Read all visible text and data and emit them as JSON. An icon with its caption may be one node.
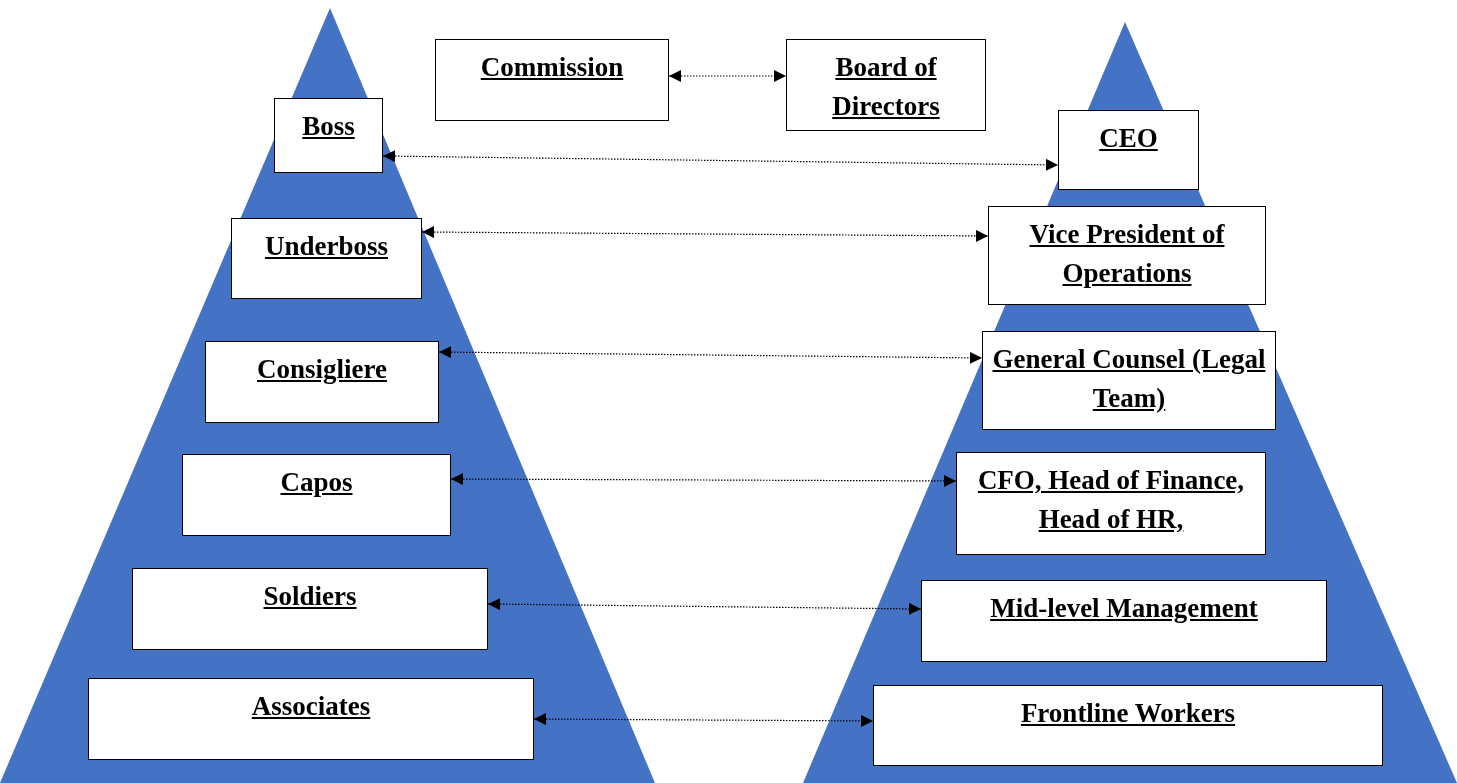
{
  "diagram": {
    "nodes": [
      {
        "text": [
          "Commission"
        ]
      },
      {
        "text": [
          "Board of Directors"
        ]
      },
      {
        "text": [
          "Boss"
        ]
      },
      {
        "text": [
          "CEO"
        ]
      },
      {
        "text": [
          "Underboss"
        ]
      },
      {
        "text": [
          "Vice President of Operations"
        ]
      },
      {
        "text": [
          "Consigliere"
        ]
      },
      {
        "text": [
          "General Counsel (Legal Team)"
        ]
      },
      {
        "text": [
          "Capos"
        ]
      },
      {
        "text": [
          "CFO, Head of Finance, Head of HR,"
        ]
      },
      {
        "text": [
          "Soldiers"
        ]
      },
      {
        "text": [
          "Mid-level Management"
        ]
      },
      {
        "text": [
          "Associates"
        ]
      },
      {
        "text": [
          "Frontline Workers"
        ]
      }
    ],
    "edges": [
      {
        "from": 0,
        "to": 1,
        "arrow": "both"
      },
      {
        "from": 2,
        "to": 3,
        "arrow": "both"
      },
      {
        "from": 4,
        "to": 5,
        "arrow": "both"
      },
      {
        "from": 6,
        "to": 7,
        "arrow": "both"
      },
      {
        "from": 8,
        "to": 9,
        "arrow": "both"
      },
      {
        "from": 10,
        "to": 11,
        "arrow": "both"
      },
      {
        "from": 12,
        "to": 13,
        "arrow": "both"
      }
    ]
  }
}
